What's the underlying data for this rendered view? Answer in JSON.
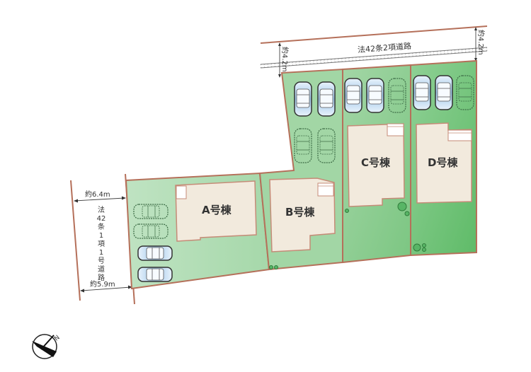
{
  "roads": {
    "north": {
      "label": "法42条2項道路",
      "width_left": "約4.2m",
      "width_right": "約4.2m"
    },
    "west": {
      "label_chars": [
        "法",
        "42",
        "条",
        "1",
        "項",
        "1",
        "号",
        "道",
        "路"
      ],
      "label": "法42条1項1号道路",
      "width_top": "約6.4m",
      "width_bottom": "約5.9m"
    }
  },
  "buildings": [
    {
      "id": "A",
      "label": "A号棟"
    },
    {
      "id": "B",
      "label": "B号棟"
    },
    {
      "id": "C",
      "label": "C号棟"
    },
    {
      "id": "D",
      "label": "D号棟"
    }
  ],
  "colors": {
    "lot_green": "#9fd3a2",
    "lot_green_dark": "#6cbf74",
    "boundary": "#b5705a",
    "building": "#f3ebe0",
    "car_blue": "#a9cdea"
  },
  "compass": {
    "direction": "N"
  }
}
